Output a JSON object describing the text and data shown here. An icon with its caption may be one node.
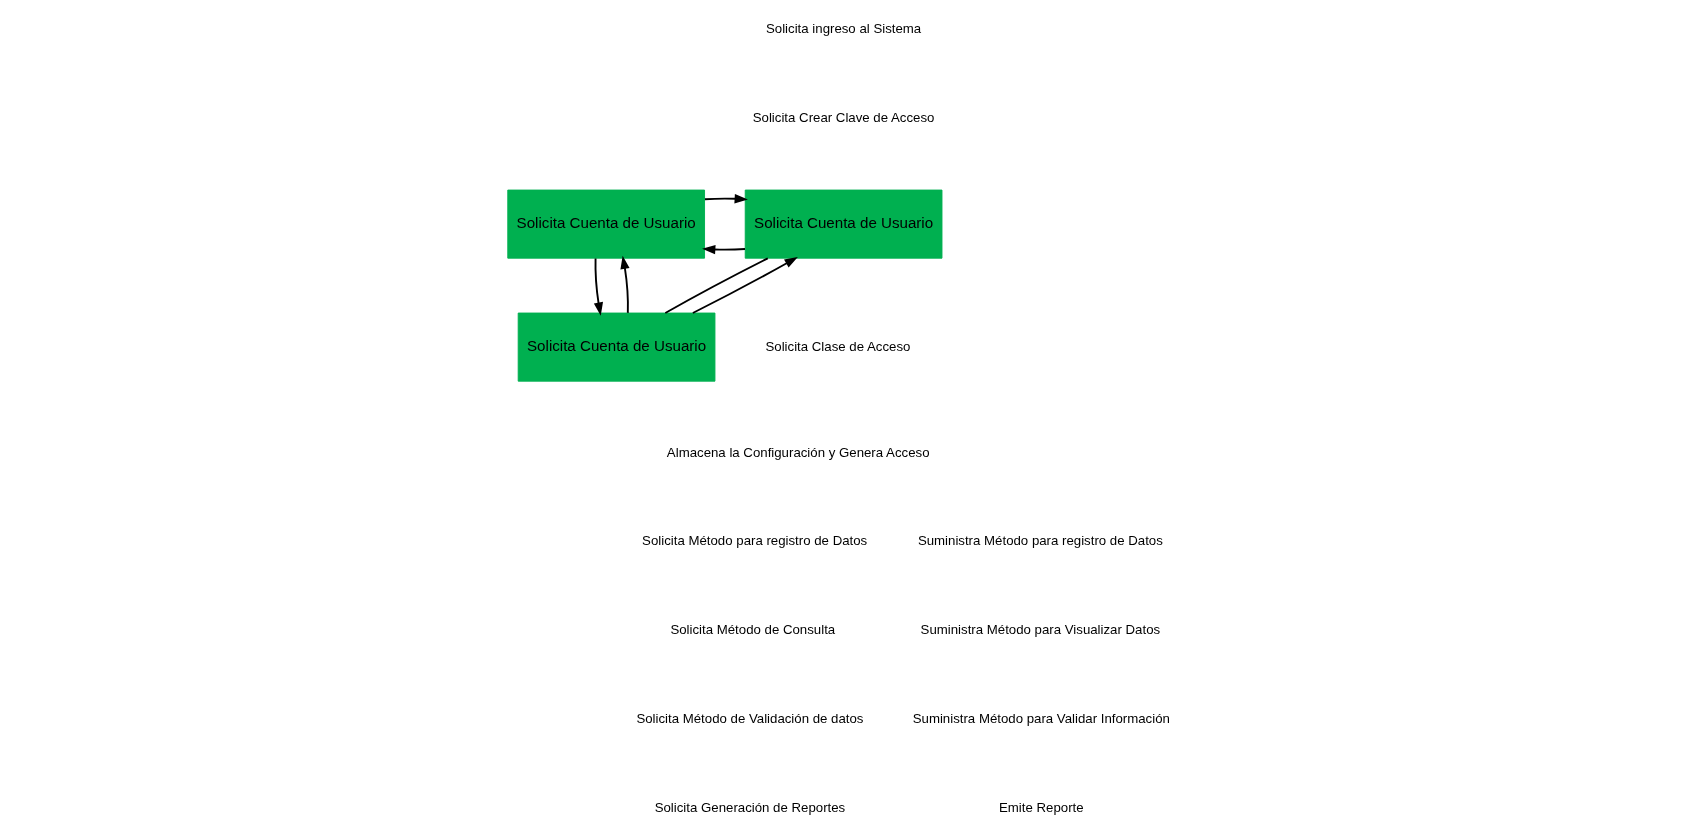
{
  "diagram": {
    "nodes": [
      {
        "text": [
          "Solicita Cuenta de Usuario"
        ]
      },
      {
        "text": [
          "Solicita Cuenta de Usuario"
        ]
      },
      {
        "text": [
          "Solicita Cuenta de Usuario"
        ]
      }
    ],
    "edges": [
      {
        "from": 0,
        "to": 1,
        "arrow": "to"
      },
      {
        "from": 1,
        "to": 0,
        "arrow": "to"
      },
      {
        "from": 0,
        "to": 2,
        "arrow": "none"
      },
      {
        "from": 2,
        "to": 0,
        "arrow": "to"
      },
      {
        "from": 2,
        "to": 1,
        "arrow": "to"
      },
      {
        "from": 1,
        "to": 2,
        "arrow": "to"
      }
    ],
    "labels": [
      "Solicita ingreso al Sistema",
      "Solicita Crear Clave de Acceso",
      "Solicita Clase de Acceso",
      "Almacena la Configuración y Genera Acceso",
      "Suministra Método para registro de Datos",
      "Suministra Método para Visualizar Datos",
      "Suministra Método para Validar Información",
      "Emite Reporte",
      "Solicita Método para registro de Datos",
      "Solicita Método de Consulta",
      "Solicita Método de Validación de datos",
      "Solicita Generación de Reportes"
    ]
  }
}
